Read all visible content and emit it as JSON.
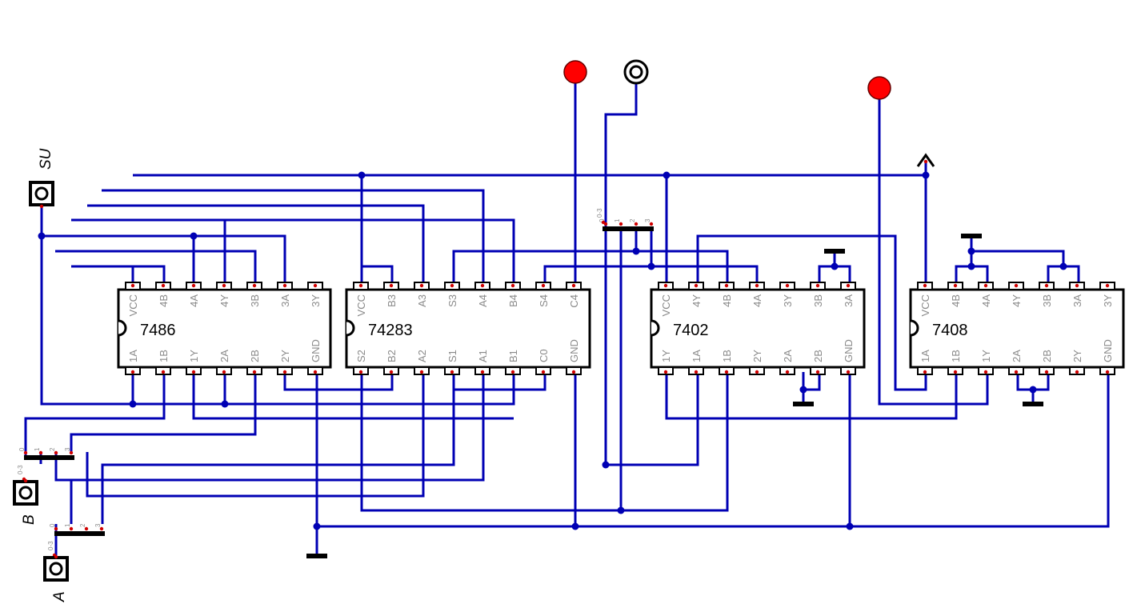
{
  "chips": [
    {
      "id": "c1",
      "name": "7486",
      "top_pins": [
        "VCC",
        "4B",
        "4A",
        "4Y",
        "3B",
        "3A",
        "3Y"
      ],
      "bottom_pins": [
        "1A",
        "1B",
        "1Y",
        "2A",
        "2B",
        "2Y",
        "GND"
      ]
    },
    {
      "id": "c2",
      "name": "74283",
      "top_pins": [
        "VCC",
        "B3",
        "A3",
        "S3",
        "A4",
        "B4",
        "S4",
        "C4"
      ],
      "bottom_pins": [
        "S2",
        "B2",
        "A2",
        "S1",
        "A1",
        "B1",
        "C0",
        "GND"
      ]
    },
    {
      "id": "c3",
      "name": "7402",
      "top_pins": [
        "VCC",
        "4Y",
        "4B",
        "4A",
        "3Y",
        "3B",
        "3A"
      ],
      "bottom_pins": [
        "1Y",
        "1A",
        "1B",
        "2Y",
        "2A",
        "2B",
        "GND"
      ]
    },
    {
      "id": "c4",
      "name": "7408",
      "top_pins": [
        "VCC",
        "4B",
        "4A",
        "4Y",
        "3B",
        "3A",
        "3Y"
      ],
      "bottom_pins": [
        "1A",
        "1B",
        "1Y",
        "2A",
        "2B",
        "2Y",
        "GND"
      ]
    }
  ],
  "inputs": [
    {
      "id": "su",
      "label": "SU"
    },
    {
      "id": "b",
      "label": "B"
    },
    {
      "id": "a",
      "label": "A"
    }
  ],
  "splitter_pin_numbers": [
    "0",
    "1",
    "2",
    "3"
  ],
  "splitter_width_label": "0-3",
  "outputs": [
    {
      "id": "led1",
      "state": "on",
      "color": "#ff0000"
    },
    {
      "id": "probe",
      "state": "off"
    },
    {
      "id": "led2",
      "state": "on",
      "color": "#ff0000"
    }
  ],
  "colors": {
    "wire": "#0000b4",
    "led_on": "#ff0000",
    "pin_marker": "#d00000"
  }
}
